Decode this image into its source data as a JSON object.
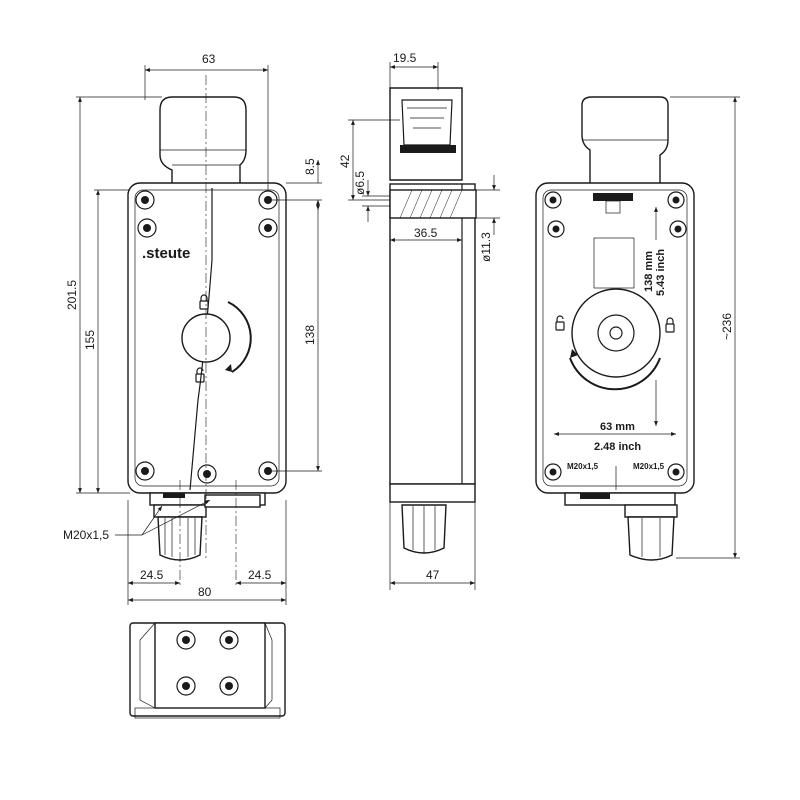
{
  "front_view": {
    "dim_width_top": "63",
    "dim_height_total": "201.5",
    "dim_height_body": "155",
    "dim_height_inner": "138",
    "dim_offset_top": "8.5",
    "dim_left_gland": "24.5",
    "dim_right_gland": "24.5",
    "dim_width_bottom": "80",
    "thread_label": "M20x1,5",
    "brand": ".steute",
    "lock_icon": "lock-icon",
    "unlock_icon": "unlock-icon"
  },
  "side_view": {
    "dim_top_width": "19.5",
    "dim_height_42": "42",
    "dim_dia_65": "ø6.5",
    "dim_depth_365": "36.5",
    "dim_dia_113": "ø11.3",
    "dim_bottom_width": "47"
  },
  "rear_view": {
    "dim_height_236": "~236",
    "dim_138mm": "138 mm",
    "dim_543inch": "5.43 inch",
    "dim_63mm": "63 mm",
    "dim_248inch": "2.48 inch",
    "thread_left": "M20x1,5",
    "thread_right": "M20x1,5"
  }
}
